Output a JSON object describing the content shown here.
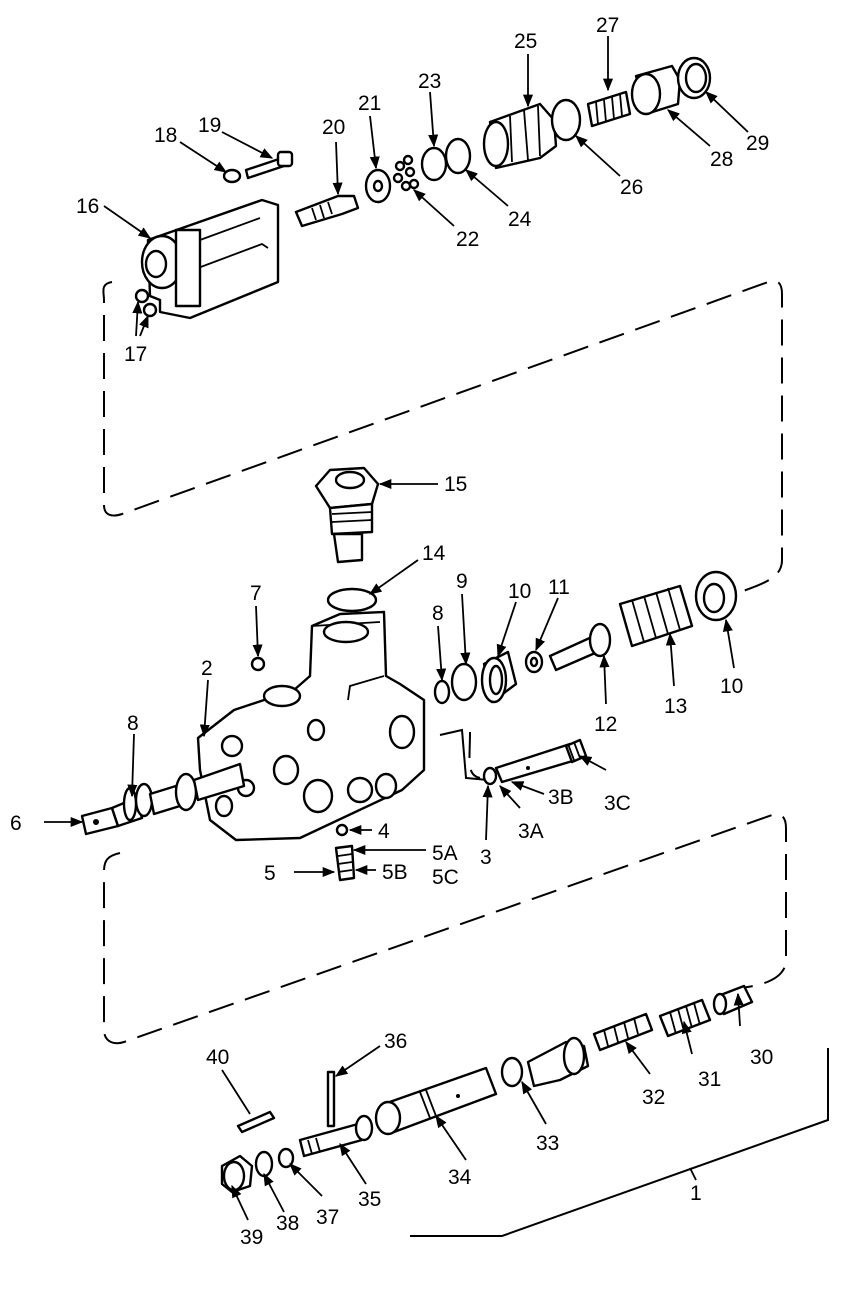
{
  "callouts": [
    {
      "id": "c1",
      "text": "1"
    },
    {
      "id": "c2",
      "text": "2"
    },
    {
      "id": "c3",
      "text": "3"
    },
    {
      "id": "c3a",
      "text": "3A"
    },
    {
      "id": "c3b",
      "text": "3B"
    },
    {
      "id": "c3c",
      "text": "3C"
    },
    {
      "id": "c4",
      "text": "4"
    },
    {
      "id": "c5",
      "text": "5"
    },
    {
      "id": "c5a",
      "text": "5A"
    },
    {
      "id": "c5b",
      "text": "5B"
    },
    {
      "id": "c5c",
      "text": "5C"
    },
    {
      "id": "c6",
      "text": "6"
    },
    {
      "id": "c7",
      "text": "7"
    },
    {
      "id": "c8a",
      "text": "8"
    },
    {
      "id": "c8b",
      "text": "8"
    },
    {
      "id": "c9",
      "text": "9"
    },
    {
      "id": "c10a",
      "text": "10"
    },
    {
      "id": "c10b",
      "text": "10"
    },
    {
      "id": "c11",
      "text": "11"
    },
    {
      "id": "c12",
      "text": "12"
    },
    {
      "id": "c13",
      "text": "13"
    },
    {
      "id": "c14",
      "text": "14"
    },
    {
      "id": "c15",
      "text": "15"
    },
    {
      "id": "c16",
      "text": "16"
    },
    {
      "id": "c17",
      "text": "17"
    },
    {
      "id": "c18",
      "text": "18"
    },
    {
      "id": "c19",
      "text": "19"
    },
    {
      "id": "c20",
      "text": "20"
    },
    {
      "id": "c21",
      "text": "21"
    },
    {
      "id": "c22",
      "text": "22"
    },
    {
      "id": "c23",
      "text": "23"
    },
    {
      "id": "c24",
      "text": "24"
    },
    {
      "id": "c25",
      "text": "25"
    },
    {
      "id": "c26",
      "text": "26"
    },
    {
      "id": "c27",
      "text": "27"
    },
    {
      "id": "c28",
      "text": "28"
    },
    {
      "id": "c29",
      "text": "29"
    },
    {
      "id": "c30",
      "text": "30"
    },
    {
      "id": "c31",
      "text": "31"
    },
    {
      "id": "c32",
      "text": "32"
    },
    {
      "id": "c33",
      "text": "33"
    },
    {
      "id": "c34",
      "text": "34"
    },
    {
      "id": "c35",
      "text": "35"
    },
    {
      "id": "c36",
      "text": "36"
    },
    {
      "id": "c37",
      "text": "37"
    },
    {
      "id": "c38",
      "text": "38"
    },
    {
      "id": "c39",
      "text": "39"
    },
    {
      "id": "c40",
      "text": "40"
    }
  ]
}
